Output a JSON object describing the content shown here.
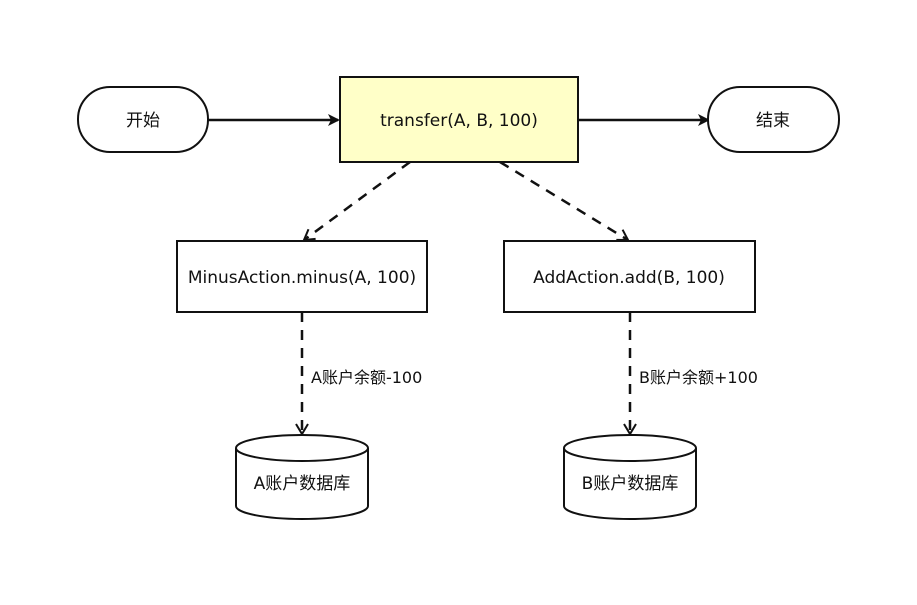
{
  "diagram": {
    "nodes": {
      "start": {
        "label": "开始"
      },
      "transfer": {
        "label": "transfer(A, B, 100)"
      },
      "end": {
        "label": "结束"
      },
      "minus": {
        "label": "MinusAction.minus(A, 100)"
      },
      "add": {
        "label": "AddAction.add(B, 100)"
      },
      "db_a": {
        "label": "A账户数据库"
      },
      "db_b": {
        "label": "B账户数据库"
      }
    },
    "edges": {
      "minus_to_db_a": {
        "label": "A账户余额-100"
      },
      "add_to_db_b": {
        "label": "B账户余额+100"
      }
    },
    "colors": {
      "stroke": "#111111",
      "highlight_fill": "#ffffc8",
      "background": "#ffffff"
    }
  }
}
